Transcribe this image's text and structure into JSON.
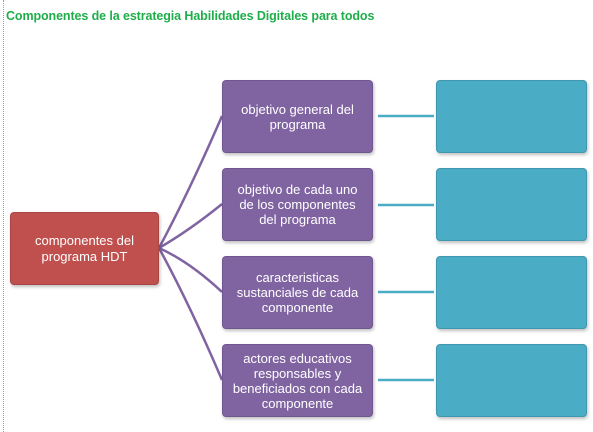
{
  "title": "Componentes de la estrategia Habilidades Digitales para todos",
  "root": {
    "label": "componentes del programa HDT"
  },
  "components": [
    {
      "label": "objetivo general del programa",
      "detail": ""
    },
    {
      "label": "objetivo de cada uno de los componentes del programa",
      "detail": ""
    },
    {
      "label": "caracteristicas sustanciales de cada componente",
      "detail": ""
    },
    {
      "label": "actores educativos responsables y beneficiados con cada componente",
      "detail": ""
    }
  ],
  "colors": {
    "title": "#1fae4a",
    "root": "#c0504d",
    "component": "#8064a2",
    "detail": "#4bacc6",
    "root_connector": "#8064a2",
    "detail_connector": "#4bacc6"
  }
}
